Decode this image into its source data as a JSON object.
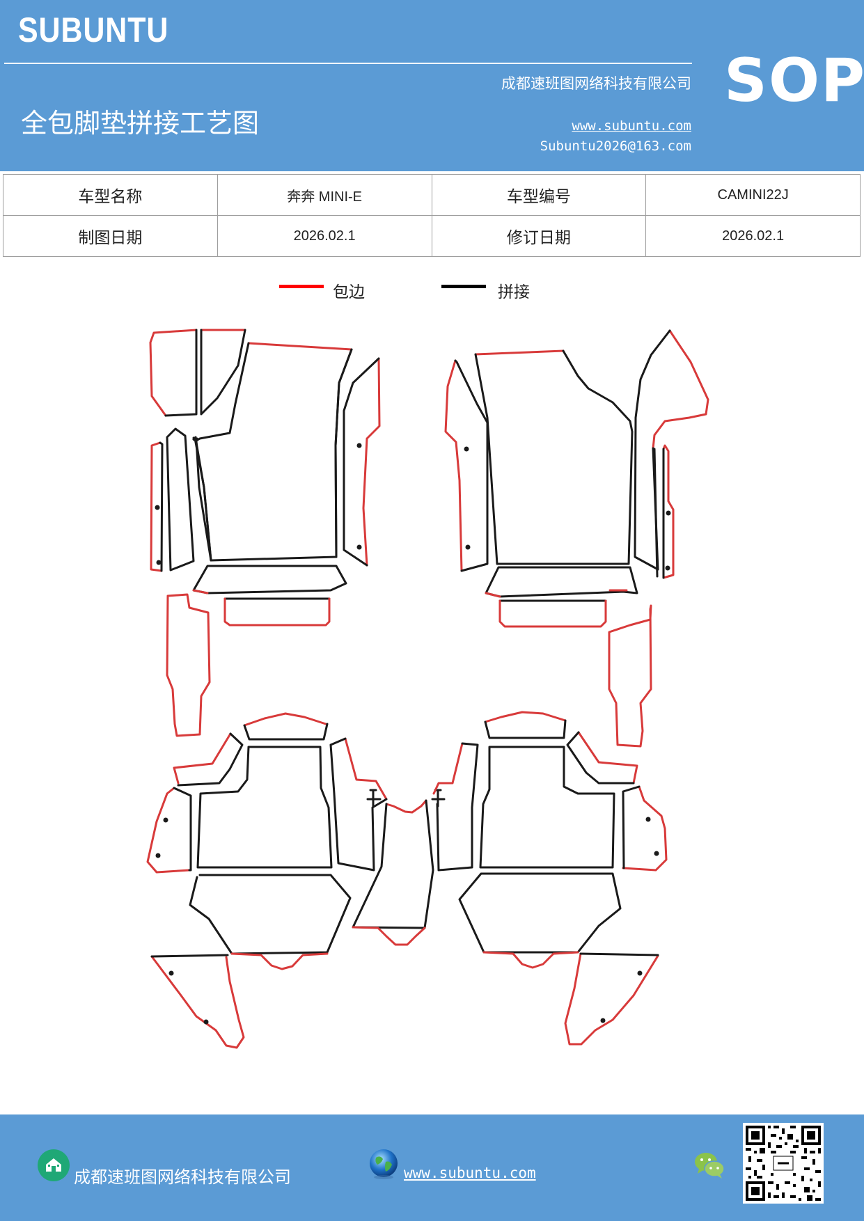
{
  "header": {
    "brand": "SUBUNTU",
    "badge": "SOP",
    "company": "成都速班图网络科技有限公司",
    "title": "全包脚垫拼接工艺图",
    "website": "www.subuntu.com",
    "email": "Subuntu2026@163.com"
  },
  "info_table": {
    "row1": {
      "label1": "车型名称",
      "value1": "奔奔 MINI-E",
      "label2": "车型编号",
      "value2": "CAMINI22J"
    },
    "row2": {
      "label1": "制图日期",
      "value1": "2026.02.1",
      "label2": "修订日期",
      "value2": "2026.02.1"
    }
  },
  "legend": [
    {
      "label": "包边",
      "color": "#ff0000"
    },
    {
      "label": "拼接",
      "color": "#000000"
    }
  ],
  "footer": {
    "company": "成都速班图网络科技有限公司",
    "website": "www.subuntu.com"
  },
  "colors": {
    "header_bg": "#5b9bd5",
    "edge_red": "#d83a3a",
    "seam_black": "#1a1a1a"
  },
  "icons": [
    "home-icon",
    "globe-icon",
    "wechat-icon",
    "qr-code"
  ]
}
